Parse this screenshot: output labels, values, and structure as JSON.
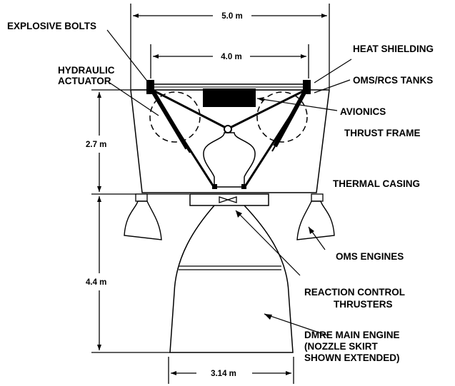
{
  "dimensions": {
    "overall_width": "5.0 m",
    "frame_width": "4.0 m",
    "upper_height": "2.7 m",
    "lower_height": "4.4 m",
    "nozzle_exit": "3.14 m"
  },
  "labels": {
    "explosive_bolts": "EXPLOSIVE BOLTS",
    "hydraulic_actuator_1": "HYDRAULIC",
    "hydraulic_actuator_2": "ACTUATOR",
    "heat_shielding": "HEAT SHIELDING",
    "oms_rcs_tanks": "OMS/RCS TANKS",
    "avionics": "AVIONICS",
    "thrust_frame": "THRUST FRAME",
    "thermal_casing": "THERMAL CASING",
    "oms_engines": "OMS ENGINES",
    "rct_1": "REACTION CONTROL",
    "rct_2": "THRUSTERS",
    "main_engine_1": "DMRE MAIN ENGINE",
    "main_engine_2": "(NOZZLE SKIRT",
    "main_engine_3": "SHOWN EXTENDED)"
  }
}
